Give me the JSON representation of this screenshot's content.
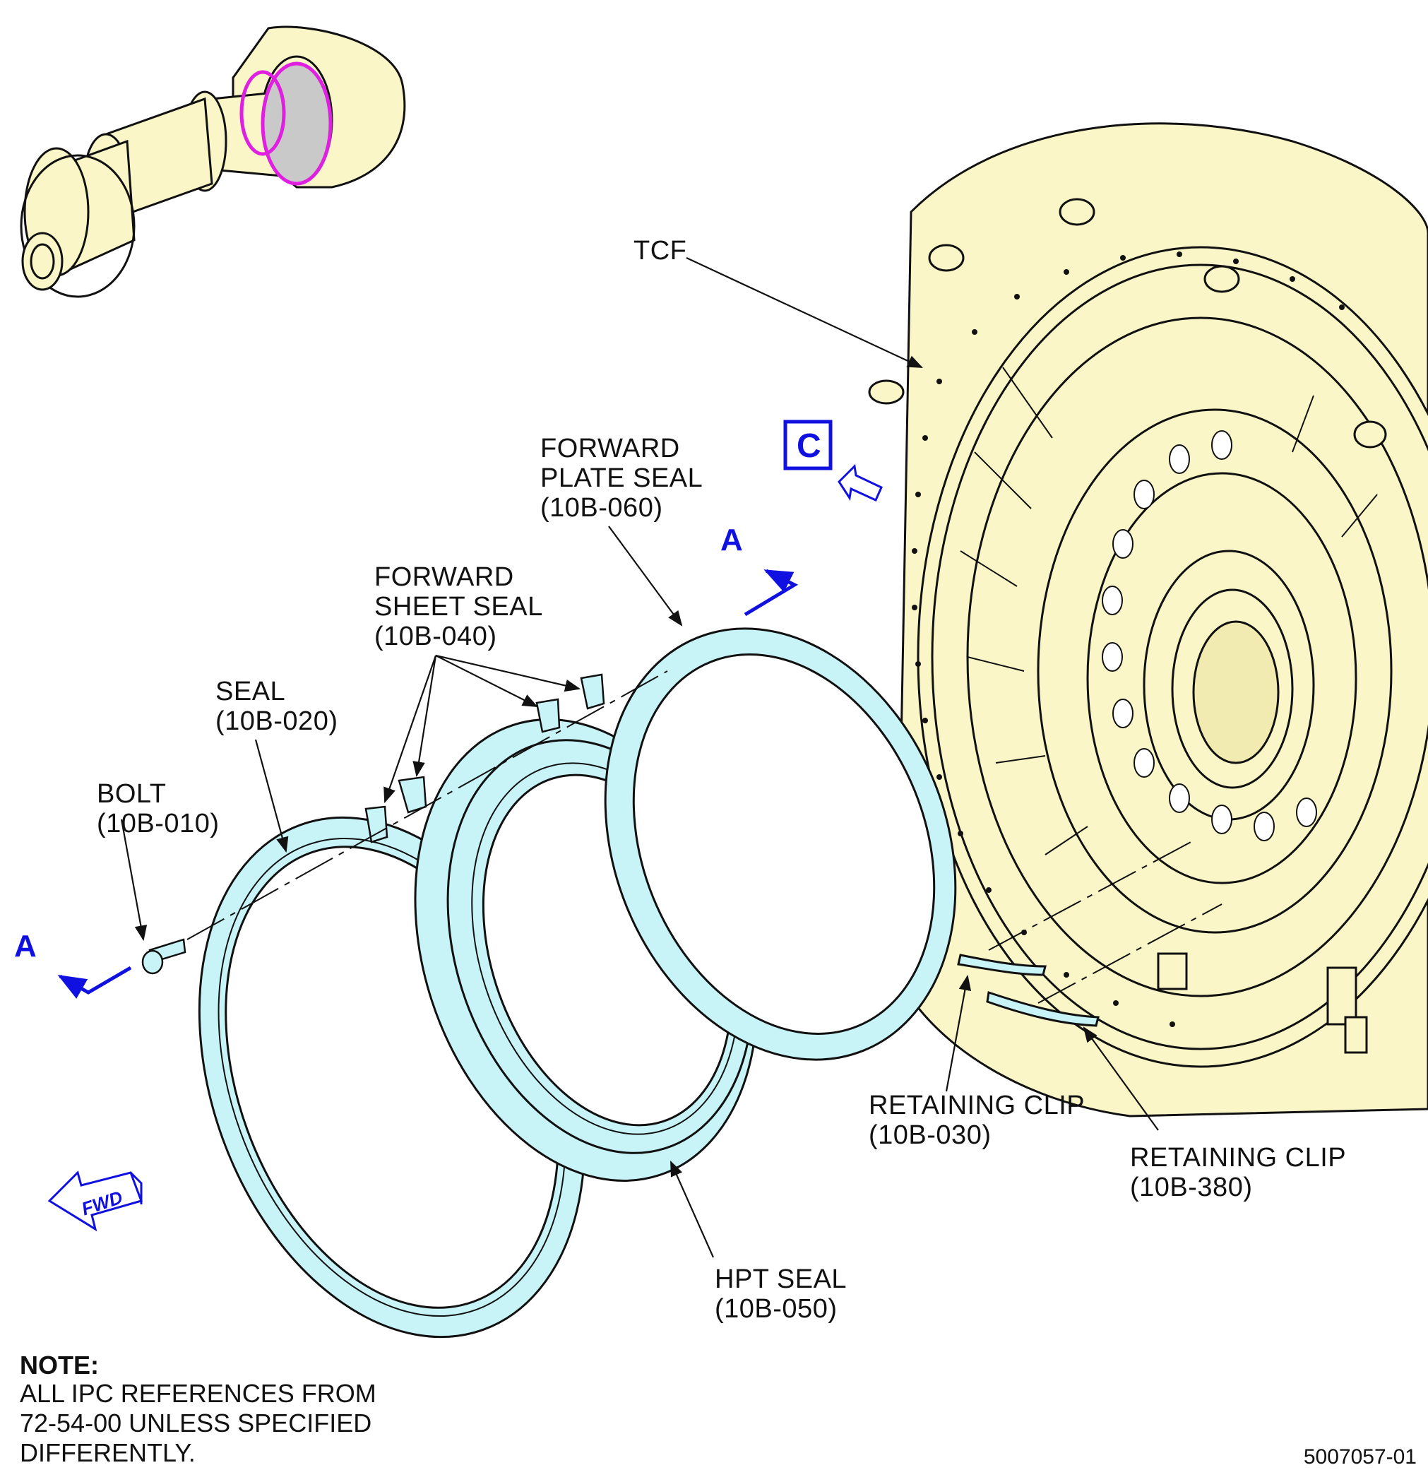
{
  "labels": {
    "tcf": "TCF",
    "forward_plate_seal": [
      "FORWARD",
      "PLATE SEAL",
      "(10B-060)"
    ],
    "forward_sheet_seal": [
      "FORWARD",
      "SHEET SEAL",
      "(10B-040)"
    ],
    "seal": [
      "SEAL",
      "(10B-020)"
    ],
    "bolt": [
      "BOLT",
      "(10B-010)"
    ],
    "retaining_clip_030": [
      "RETAINING CLIP",
      "(10B-030)"
    ],
    "retaining_clip_380": [
      "RETAINING CLIP",
      "(10B-380)"
    ],
    "hpt_seal": [
      "HPT SEAL",
      "(10B-050)"
    ]
  },
  "view_markers": {
    "section_a_top": "A",
    "section_a_left": "A",
    "view_c": "C",
    "fwd": "FWD"
  },
  "note": {
    "title": "NOTE:",
    "lines": [
      "ALL IPC REFERENCES FROM",
      "72-54-00 UNLESS SPECIFIED",
      "DIFFERENTLY."
    ]
  },
  "figure_number": "5007057-01",
  "colors": {
    "engine_fill": "#fbf6c8",
    "seal_fill": "#c8f4f8",
    "highlight": "#e020e0",
    "marker_blue": "#1010e0",
    "line": "#111111"
  }
}
